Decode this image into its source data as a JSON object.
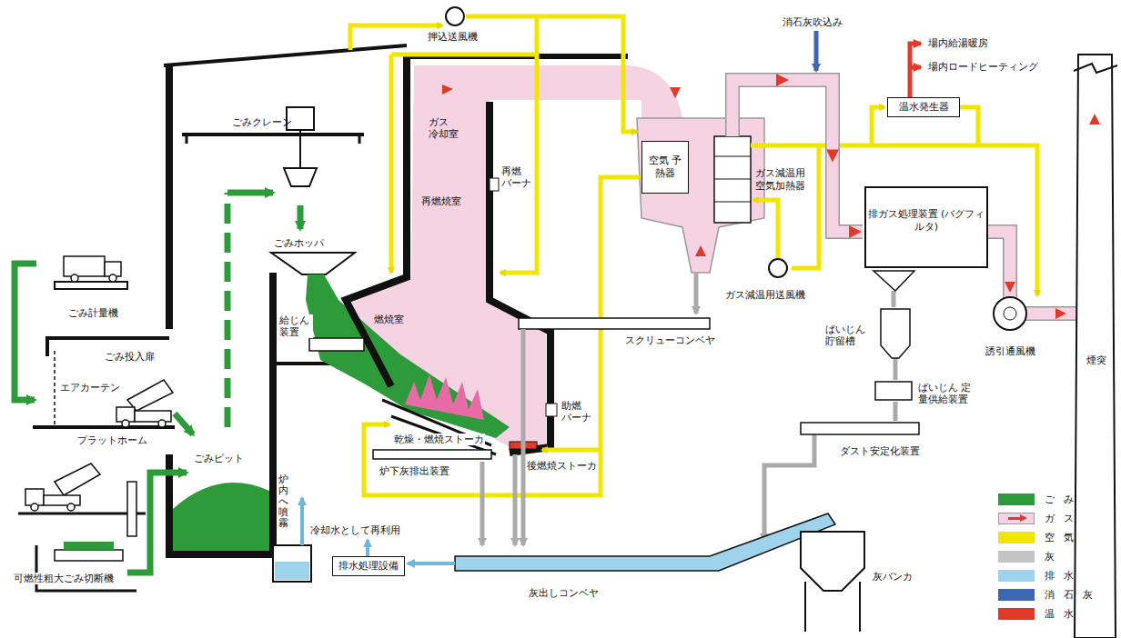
{
  "diagram": {
    "nodes": [
      {
        "text": [
          "空気 予熱器"
        ]
      },
      {
        "text": [
          "ガス減温用 空気加熱器"
        ]
      },
      {
        "text": [
          "排ガス処理装置 (バグフィルタ)"
        ]
      },
      {
        "text": [
          "温水発生器"
        ]
      },
      {
        "text": [
          "排水処理設備"
        ]
      }
    ],
    "edges": [
      {
        "from": 1,
        "to": 2,
        "arrow": "to"
      }
    ],
    "labels": [
      "押込送風機",
      "消石灰吹込み",
      "場内給湯暖房",
      "場内ロードヒーティング",
      "ごみクレーン",
      "ガス 冷却室",
      "再燃 バーナ",
      "再燃焼室",
      "ごみホッパ",
      "ごみ計量機",
      "ごみ投入扉",
      "エアカーテン",
      "プラットホーム",
      "ごみピット",
      "給じん 装置",
      "燃焼室",
      "助燃 バーナ",
      "乾燥・燃焼ストーカ",
      "炉下灰排出装置",
      "後燃焼ストーカ",
      "スクリューコンベヤ",
      "ガス減温用送風機",
      "ばいじん 貯留槽",
      "ばいじん 定量供給装置",
      "ダスト安定化装置",
      "誘引通風機",
      "煙突",
      "炉内へ噴霧",
      "冷却水として再利用",
      "可燃性粗大ごみ切断機",
      "灰出しコンベヤ",
      "灰バンカ"
    ],
    "legend": [
      {
        "text": "ごみ",
        "color": "#2e9b3a"
      },
      {
        "text": "ガス",
        "color": "#f5d3e3"
      },
      {
        "text": "空気",
        "color": "#f2e500"
      },
      {
        "text": "灰",
        "color": "#c4c4c4"
      },
      {
        "text": "排水",
        "color": "#9fd3ec"
      },
      {
        "text": "消石灰",
        "color": "#3f66b0"
      },
      {
        "text": "温水",
        "color": "#e03a2a"
      }
    ]
  }
}
